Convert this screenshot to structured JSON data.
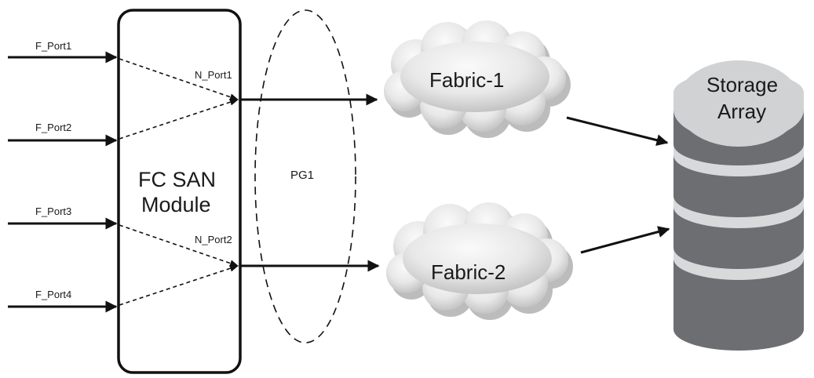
{
  "module": {
    "line1": "FC SAN",
    "line2": "Module"
  },
  "f_ports": [
    {
      "label": "F_Port1"
    },
    {
      "label": "F_Port2"
    },
    {
      "label": "F_Port3"
    },
    {
      "label": "F_Port4"
    }
  ],
  "n_ports": [
    {
      "label": "N_Port1"
    },
    {
      "label": "N_Port2"
    }
  ],
  "port_group": {
    "label": "PG1"
  },
  "fabrics": [
    {
      "label": "Fabric-1"
    },
    {
      "label": "Fabric-2"
    }
  ],
  "storage": {
    "line1": "Storage",
    "line2": "Array"
  },
  "colors": {
    "line": "#111111",
    "cloud_light": "#f4f4f4",
    "cloud_dark": "#b9b9b9",
    "storage_body": "#6d6e71",
    "storage_top": "#d1d2d4",
    "storage_band": "#d8d9db"
  }
}
